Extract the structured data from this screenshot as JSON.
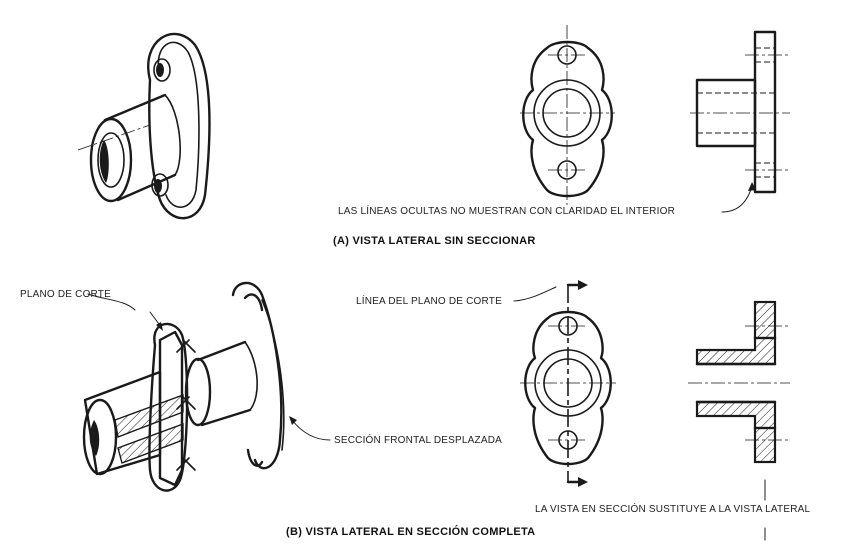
{
  "section_a": {
    "note": "LAS LÍNEAS OCULTAS NO MUESTRAN CON CLARIDAD EL INTERIOR",
    "caption": "(A) VISTA LATERAL SIN SECCIONAR"
  },
  "section_b": {
    "cutting_plane": "PLANO DE CORTE",
    "cutting_plane_line": "LÍNEA DEL PLANO DE CORTE",
    "removed_section": "SECCIÓN FRONTAL DESPLAZADA",
    "replaces_note": "LA VISTA EN SECCIÓN SUSTITUYE A LA VISTA LATERAL",
    "caption": "(B) VISTA LATERAL EN SECCIÓN COMPLETA"
  }
}
